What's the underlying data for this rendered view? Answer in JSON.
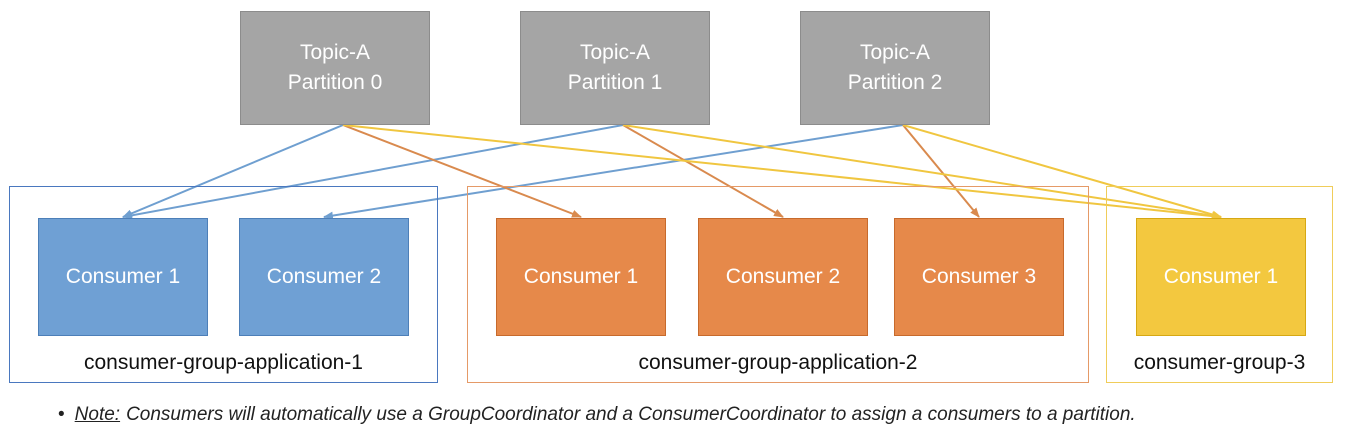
{
  "topics": [
    {
      "name": "Topic-A",
      "partition": "Partition 0"
    },
    {
      "name": "Topic-A",
      "partition": "Partition 1"
    },
    {
      "name": "Topic-A",
      "partition": "Partition 2"
    }
  ],
  "groups": [
    {
      "label": "consumer-group-application-1",
      "color": "#4a78bf",
      "consumers": [
        "Consumer 1",
        "Consumer 2"
      ]
    },
    {
      "label": "consumer-group-application-2",
      "color": "#e59a67",
      "consumers": [
        "Consumer 1",
        "Consumer 2",
        "Consumer 3"
      ]
    },
    {
      "label": "consumer-group-3",
      "color": "#f0cd5a",
      "consumers": [
        "Consumer 1"
      ]
    }
  ],
  "colors": {
    "topic": "#a5a5a5",
    "blue_consumer": "#6fa0d4",
    "orange_consumer": "#e6894a",
    "yellow_consumer": "#f3c83f",
    "blue_arrow": "#6f9fd0",
    "orange_arrow": "#d98a4e",
    "yellow_arrow": "#f0c640"
  },
  "assignments": [
    {
      "partition": 0,
      "group": 0,
      "consumer": 0
    },
    {
      "partition": 1,
      "group": 0,
      "consumer": 0
    },
    {
      "partition": 2,
      "group": 0,
      "consumer": 1
    },
    {
      "partition": 0,
      "group": 1,
      "consumer": 0
    },
    {
      "partition": 1,
      "group": 1,
      "consumer": 1
    },
    {
      "partition": 2,
      "group": 1,
      "consumer": 2
    },
    {
      "partition": 0,
      "group": 2,
      "consumer": 0
    },
    {
      "partition": 1,
      "group": 2,
      "consumer": 0
    },
    {
      "partition": 2,
      "group": 2,
      "consumer": 0
    }
  ],
  "note": {
    "bullet": "•",
    "label": "Note:",
    "text": "Consumers will automatically use a GroupCoordinator and a ConsumerCoordinator to assign a consumers to a partition."
  }
}
